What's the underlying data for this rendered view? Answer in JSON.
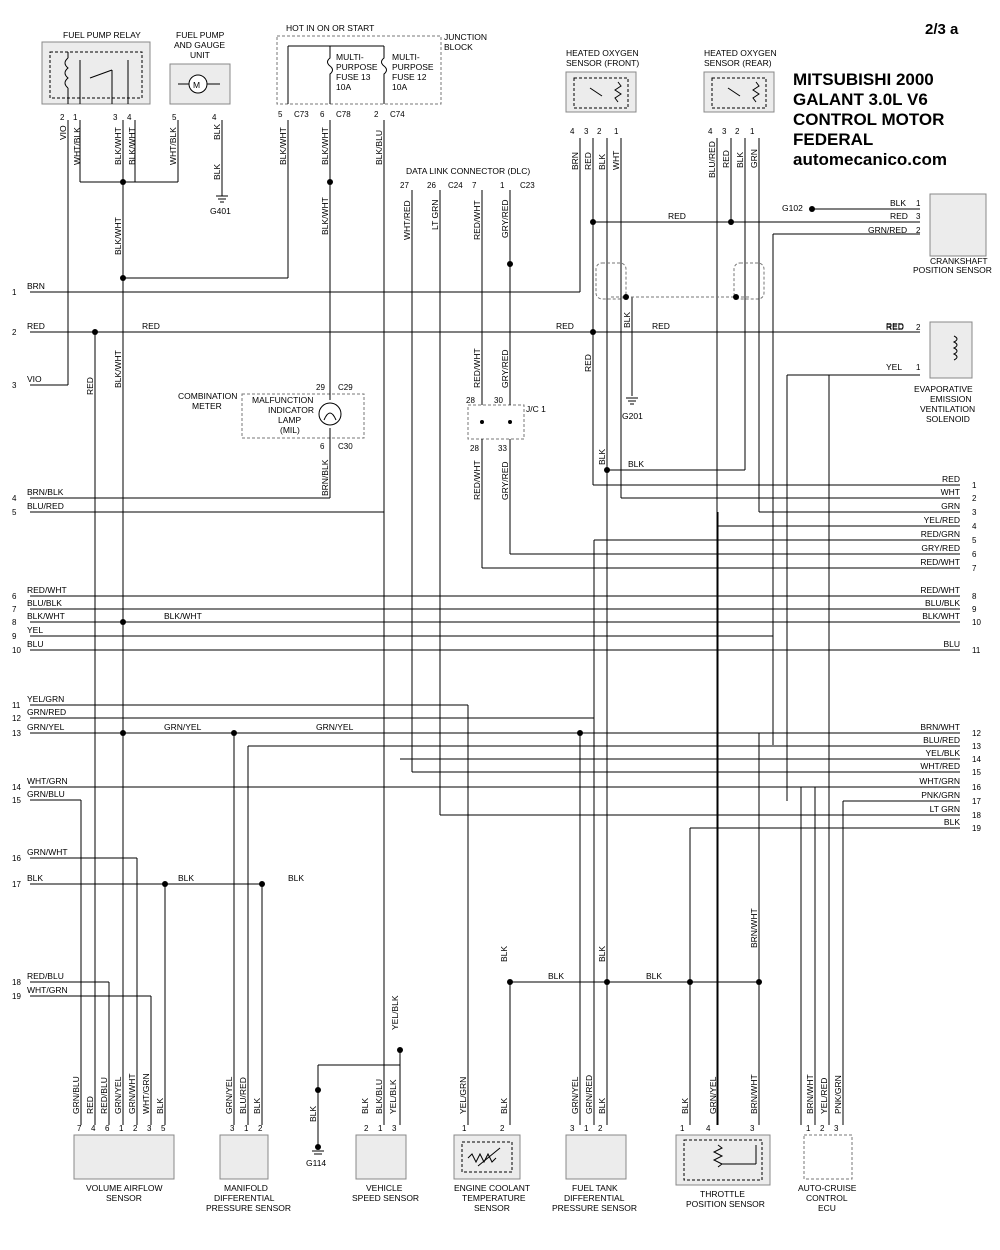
{
  "page_label": "2/3 a",
  "header": {
    "line1": "MITSUBISHI 2000",
    "line2": "GALANT 3.0L V6",
    "line3": "CONTROL MOTOR",
    "line4": "FEDERAL",
    "site": "automecanico.com"
  },
  "components": {
    "fuel_pump_relay": "FUEL PUMP RELAY",
    "fuel_pump_gauge": [
      "FUEL PUMP",
      "AND GAUGE",
      "UNIT"
    ],
    "hot_in_on": "HOT IN ON OR START",
    "junction_block": [
      "JUNCTION",
      "BLOCK"
    ],
    "fuse13": [
      "MULTI-",
      "PURPOSE",
      "FUSE 13",
      "10A"
    ],
    "fuse12": [
      "MULTI-",
      "PURPOSE",
      "FUSE 12",
      "10A"
    ],
    "ho2s_front": [
      "HEATED OXYGEN",
      "SENSOR (FRONT)"
    ],
    "ho2s_rear": [
      "HEATED OXYGEN",
      "SENSOR (REAR)"
    ],
    "dlc": "DATA LINK CONNECTOR (DLC)",
    "crank": [
      "CRANKSHAFT",
      "POSITION SENSOR"
    ],
    "evap": [
      "EVAPORATIVE",
      "EMISSION",
      "VENTILATION",
      "SOLENOID"
    ],
    "combination_meter": [
      "COMBINATION",
      "METER"
    ],
    "mil": [
      "MALFUNCTION",
      "INDICATOR",
      "LAMP",
      "(MIL)"
    ],
    "jc1": "J/C 1",
    "vaf": [
      "VOLUME AIRFLOW",
      "SENSOR"
    ],
    "mdp": [
      "MANIFOLD",
      "DIFFERENTIAL",
      "PRESSURE SENSOR"
    ],
    "vss": [
      "VEHICLE",
      "SPEED SENSOR"
    ],
    "ect": [
      "ENGINE COOLANT",
      "TEMPERATURE",
      "SENSOR"
    ],
    "ftdp": [
      "FUEL TANK",
      "DIFFERENTIAL",
      "PRESSURE SENSOR"
    ],
    "tps": [
      "THROTTLE",
      "POSITION SENSOR"
    ],
    "acc": [
      "AUTO-CRUISE",
      "CONTROL",
      "ECU"
    ],
    "motor_symbol": "M"
  },
  "grounds": [
    "G401",
    "G102",
    "G201",
    "G114"
  ],
  "connectors": [
    "C73",
    "C78",
    "C74",
    "C24",
    "C23",
    "C29",
    "C30"
  ],
  "wire_labels": {
    "vio": "VIO",
    "wht_blk": "WHT/BLK",
    "blk_wht": "BLK/WHT",
    "blk": "BLK",
    "blk_blu": "BLK/BLU",
    "brn": "BRN",
    "red": "RED",
    "grn": "GRN",
    "wht": "WHT",
    "blu_red": "BLU/RED",
    "wht_red": "WHT/RED",
    "lt_grn": "LT GRN",
    "red_wht": "RED/WHT",
    "gry_red": "GRY/RED",
    "grn_red": "GRN/RED",
    "yel": "YEL",
    "brn_blk": "BRN/BLK",
    "blu_blk": "BLU/BLK",
    "blu": "BLU",
    "yel_grn": "YEL/GRN",
    "grn_yel": "GRN/YEL",
    "wht_grn": "WHT/GRN",
    "grn_blu": "GRN/BLU",
    "grn_wht": "GRN/WHT",
    "red_blu": "RED/BLU",
    "brn_wht": "BRN/WHT",
    "yel_blk": "YEL/BLK",
    "pnk_grn": "PNK/GRN",
    "yel_red": "YEL/RED",
    "red_grn": "RED/GRN"
  },
  "left_pins": [
    {
      "n": "1",
      "label": "BRN"
    },
    {
      "n": "2",
      "label": "RED"
    },
    {
      "n": "3",
      "label": "VIO"
    },
    {
      "n": "4",
      "label": "BRN/BLK"
    },
    {
      "n": "5",
      "label": "BLU/RED"
    },
    {
      "n": "6",
      "label": "RED/WHT"
    },
    {
      "n": "7",
      "label": "BLU/BLK"
    },
    {
      "n": "8",
      "label": "BLK/WHT"
    },
    {
      "n": "9",
      "label": "YEL"
    },
    {
      "n": "10",
      "label": "BLU"
    },
    {
      "n": "11",
      "label": "YEL/GRN"
    },
    {
      "n": "12",
      "label": "GRN/RED"
    },
    {
      "n": "13",
      "label": "GRN/YEL"
    },
    {
      "n": "14",
      "label": "WHT/GRN"
    },
    {
      "n": "15",
      "label": "GRN/BLU"
    },
    {
      "n": "16",
      "label": "GRN/WHT"
    },
    {
      "n": "17",
      "label": "BLK"
    },
    {
      "n": "18",
      "label": "RED/BLU"
    },
    {
      "n": "19",
      "label": "WHT/GRN"
    }
  ],
  "right_pins": [
    {
      "n": "1",
      "label": "RED"
    },
    {
      "n": "2",
      "label": "WHT"
    },
    {
      "n": "3",
      "label": "GRN"
    },
    {
      "n": "4",
      "label": "YEL/RED"
    },
    {
      "n": "5",
      "label": "RED/GRN"
    },
    {
      "n": "6",
      "label": "GRY/RED"
    },
    {
      "n": "7",
      "label": "RED/WHT"
    },
    {
      "n": "8",
      "label": "RED/WHT"
    },
    {
      "n": "9",
      "label": "BLU/BLK"
    },
    {
      "n": "10",
      "label": "BLK/WHT"
    },
    {
      "n": "11",
      "label": "BLU"
    },
    {
      "n": "12",
      "label": "BRN/WHT"
    },
    {
      "n": "13",
      "label": "BLU/RED"
    },
    {
      "n": "14",
      "label": "YEL/BLK"
    },
    {
      "n": "15",
      "label": "WHT/RED"
    },
    {
      "n": "16",
      "label": "WHT/GRN"
    },
    {
      "n": "17",
      "label": "PNK/GRN"
    },
    {
      "n": "18",
      "label": "LT GRN"
    },
    {
      "n": "19",
      "label": "BLK"
    }
  ],
  "pin_numbers": {
    "p1": "1",
    "p2": "2",
    "p3": "3",
    "p4": "4",
    "p5": "5",
    "p6": "6",
    "p7": "7",
    "p26": "26",
    "p27": "27",
    "p28": "28",
    "p29": "29",
    "p30": "30",
    "p33": "33"
  }
}
